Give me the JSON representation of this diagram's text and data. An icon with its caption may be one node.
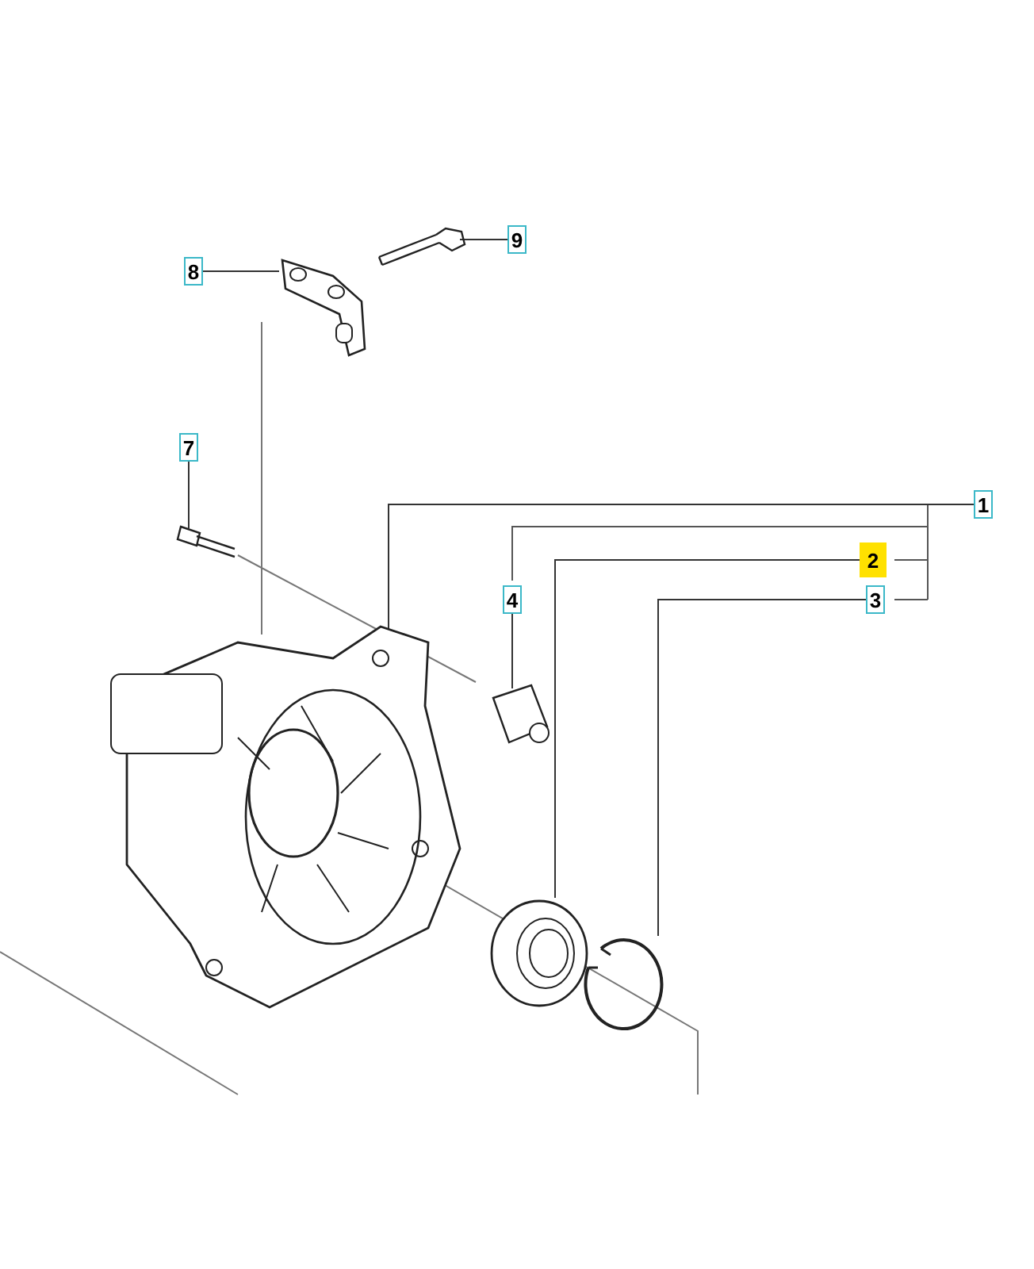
{
  "diagram": {
    "nodes": [
      {
        "text": [
          "9"
        ]
      },
      {
        "text": [
          "8"
        ]
      },
      {
        "text": [
          "7"
        ]
      },
      {
        "text": [
          "1"
        ]
      },
      {
        "text": [
          "2"
        ]
      },
      {
        "text": [
          "4"
        ]
      },
      {
        "text": [
          "3"
        ]
      },
      {
        "text": [],
        "shape": "picture"
      },
      {
        "text": [],
        "shape": "picture"
      },
      {
        "text": [],
        "shape": "picture"
      },
      {
        "text": [],
        "shape": "picture"
      },
      {
        "text": [],
        "shape": "picture"
      },
      {
        "text": [],
        "shape": "picture"
      },
      {
        "text": [],
        "shape": "picture"
      }
    ],
    "edges": [
      {
        "from": 0,
        "to": 7,
        "arrow": "none"
      },
      {
        "from": 1,
        "to": 8,
        "arrow": "none"
      },
      {
        "from": 2,
        "to": 9,
        "arrow": "none"
      },
      {
        "from": 3,
        "to": 10,
        "arrow": "none"
      },
      {
        "from": 4,
        "to": 11,
        "arrow": "none"
      },
      {
        "from": 5,
        "to": 12,
        "arrow": "none"
      },
      {
        "from": 6,
        "to": 13,
        "arrow": "none"
      }
    ]
  }
}
